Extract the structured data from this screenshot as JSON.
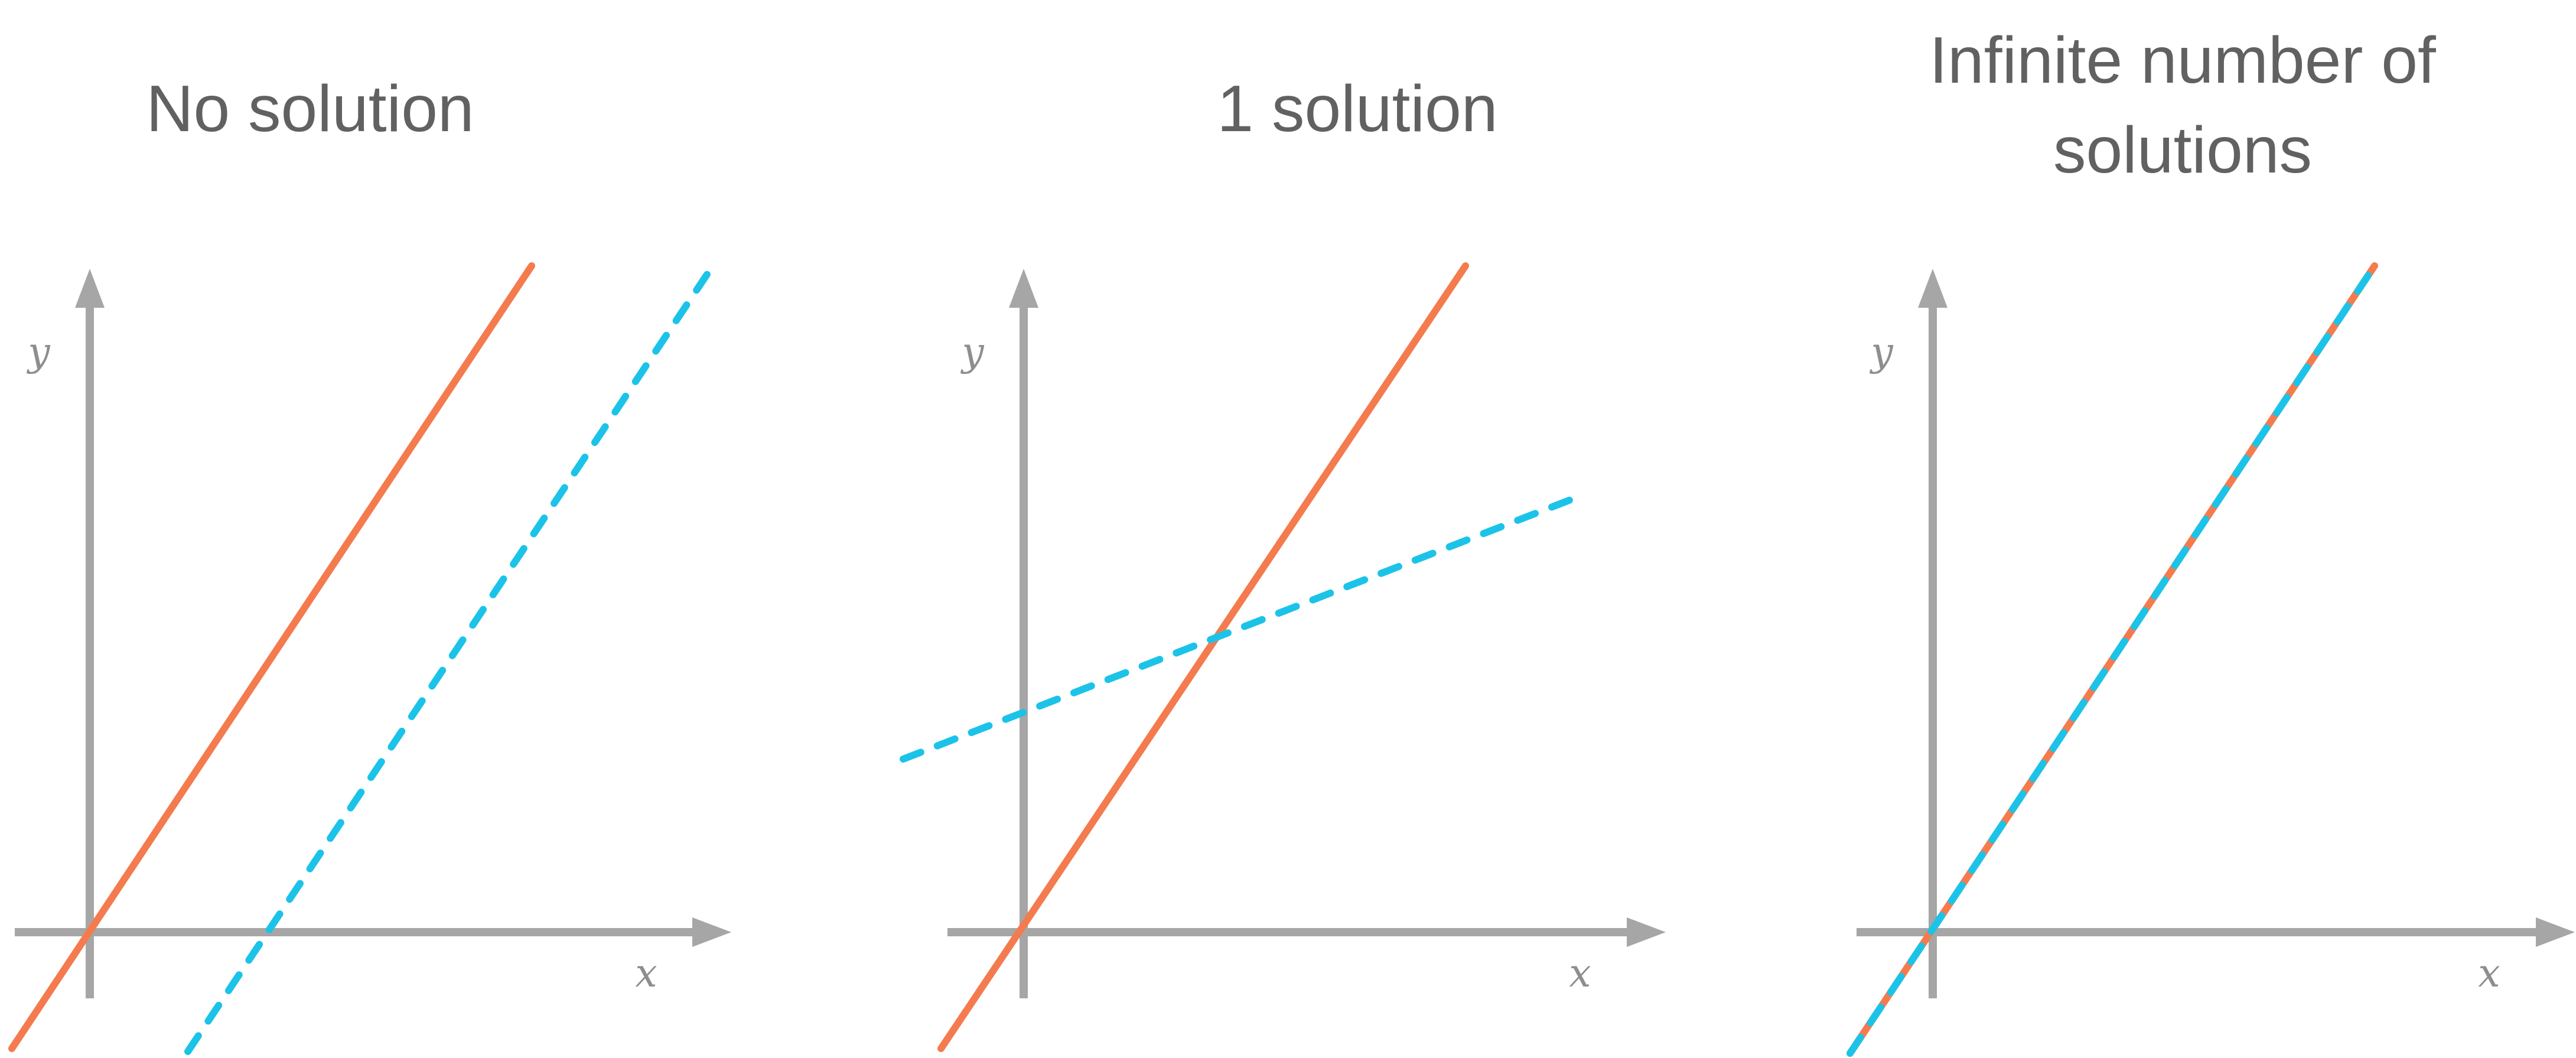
{
  "panels": [
    {
      "title_lines": [
        "No solution"
      ],
      "x_label": "x",
      "y_label": "y",
      "orange_line": {
        "slope": 1.5,
        "intercept": 0
      },
      "blue_line": {
        "slope": 1.5,
        "intercept": -1.5,
        "style": "dashed"
      }
    },
    {
      "title_lines": [
        "1 solution"
      ],
      "x_label": "x",
      "y_label": "y",
      "orange_line": {
        "slope": 1.5,
        "intercept": 0
      },
      "blue_line": {
        "slope": 0.45,
        "intercept": 0.7,
        "style": "dashed"
      }
    },
    {
      "title_lines": [
        "Infinite number of",
        "solutions"
      ],
      "x_label": "x",
      "y_label": "y",
      "orange_line": {
        "slope": 1.5,
        "intercept": 0
      },
      "blue_line": {
        "slope": 1.5,
        "intercept": 0,
        "style": "dashed"
      }
    }
  ],
  "colors": {
    "orange_line": "#f47b4e",
    "blue_line": "#1cc3e8",
    "axes": "#a6a6a6",
    "title": "#616161"
  }
}
